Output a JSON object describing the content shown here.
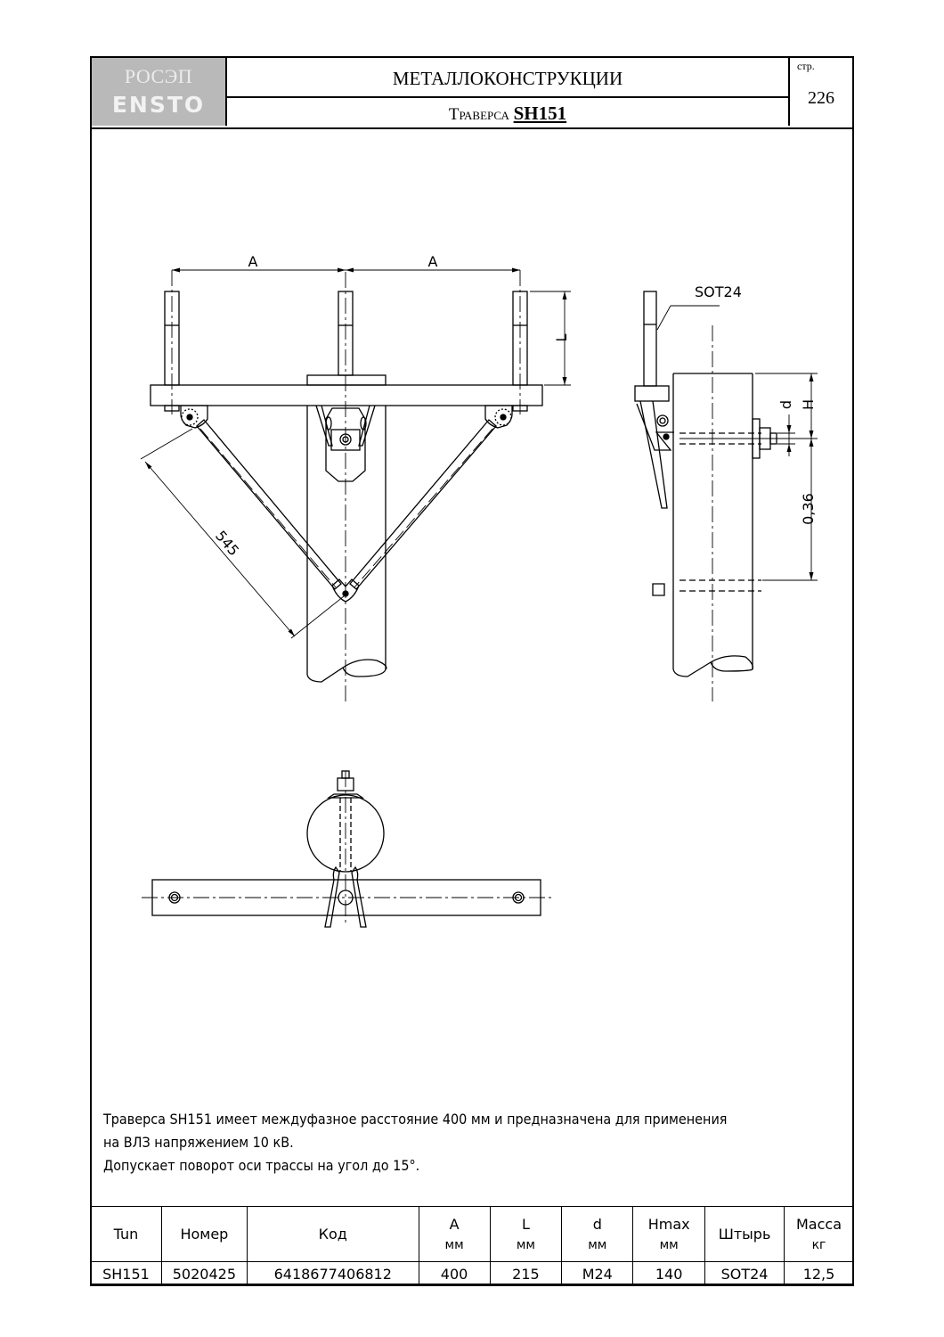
{
  "header": {
    "logo_line1": "РОСЭП",
    "logo_line2": "ENSTO",
    "section_title": "МЕТАЛЛОКОНСТРУКЦИИ",
    "item_title_prefix": "Траверса",
    "item_code": "SH151",
    "page_label": "стр.",
    "page_number": "226"
  },
  "drawing": {
    "front_view": {
      "dim_A_left": "A",
      "dim_A_right": "A",
      "dim_L": "L",
      "dim_brace": "545"
    },
    "side_view": {
      "pin_callout": "SOT24",
      "dim_d": "d",
      "dim_H": "H",
      "dim_spacing": "0,36"
    },
    "top_view": {}
  },
  "notes": {
    "line1": "Траверса SH151 имеет междуфазное расстояние 400 мм и предназначена для применения",
    "line2": "на ВЛЗ напряжением 10 кВ.",
    "line3": "Допускает поворот оси трассы на угол до 15°."
  },
  "spec_table": {
    "columns": [
      {
        "label": "Tun",
        "unit": ""
      },
      {
        "label": "Номер",
        "unit": ""
      },
      {
        "label": "Код",
        "unit": ""
      },
      {
        "label": "A",
        "unit": "мм"
      },
      {
        "label": "L",
        "unit": "мм"
      },
      {
        "label": "d",
        "unit": "мм"
      },
      {
        "label": "Hmax",
        "unit": "мм"
      },
      {
        "label": "Штырь",
        "unit": ""
      },
      {
        "label": "Масса",
        "unit": "кг"
      }
    ],
    "rows": [
      [
        "SH151",
        "5020425",
        "6418677406812",
        "400",
        "215",
        "M24",
        "140",
        "SOT24",
        "12,5"
      ]
    ]
  },
  "colors": {
    "logo_bg": "#b9b9b9",
    "logo_text": "#f0f0f0",
    "line": "#000000"
  }
}
